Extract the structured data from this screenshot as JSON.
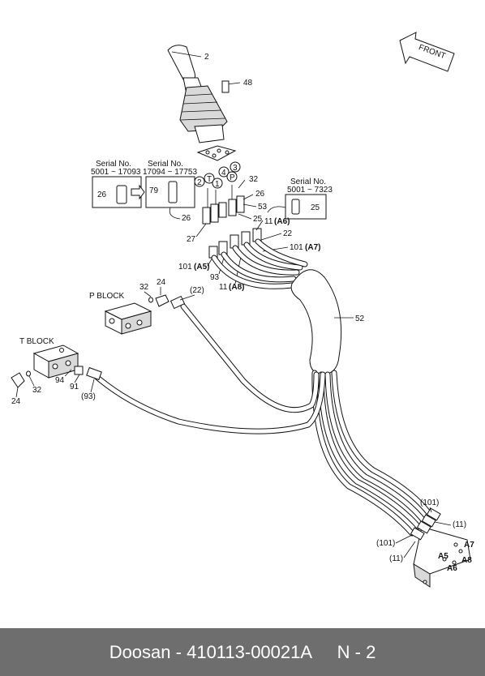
{
  "footer": {
    "brand": "Doosan",
    "part_number": "410113-00021A",
    "page": "N - 2"
  },
  "diagram": {
    "front_arrow": "FRONT",
    "blocks": {
      "p_block": "P BLOCK",
      "t_block": "T BLOCK"
    },
    "serial_boxes": [
      {
        "title": "Serial No.",
        "range": "5001 ~ 17093",
        "part": "26"
      },
      {
        "title": "Serial No.",
        "range": "17094 ~ 17753",
        "part": "79"
      },
      {
        "title": "Serial No.",
        "range": "5001 ~ 7323",
        "part": "25"
      }
    ],
    "port_markers": [
      "2",
      "T",
      "1",
      "4",
      "P",
      "3"
    ],
    "callouts": {
      "c2": "2",
      "c48": "48",
      "c32a": "32",
      "c26a": "26",
      "c53": "53",
      "c25": "25",
      "c26b": "26",
      "c27": "27",
      "c11a6_num": "11",
      "c11a6_tag": "A6",
      "c22": "22",
      "c101a7_num": "101",
      "c101a7_tag": "A7",
      "c101a5_num": "101",
      "c101a5_tag": "A5",
      "c93": "93",
      "c11a8_num": "11",
      "c11a8_tag": "A8",
      "c52": "52",
      "c32b": "32",
      "c24a": "24",
      "c22p": "(22)",
      "c24b": "24",
      "c32c": "32",
      "c94": "94",
      "c91": "91",
      "c93p": "(93)",
      "c101p_top": "(101)",
      "c11p_top": "(11)",
      "c101p_bot": "(101)",
      "c11p_bot": "(11)",
      "a5": "A5",
      "a6": "A6",
      "a7": "A7",
      "a8": "A8"
    }
  }
}
